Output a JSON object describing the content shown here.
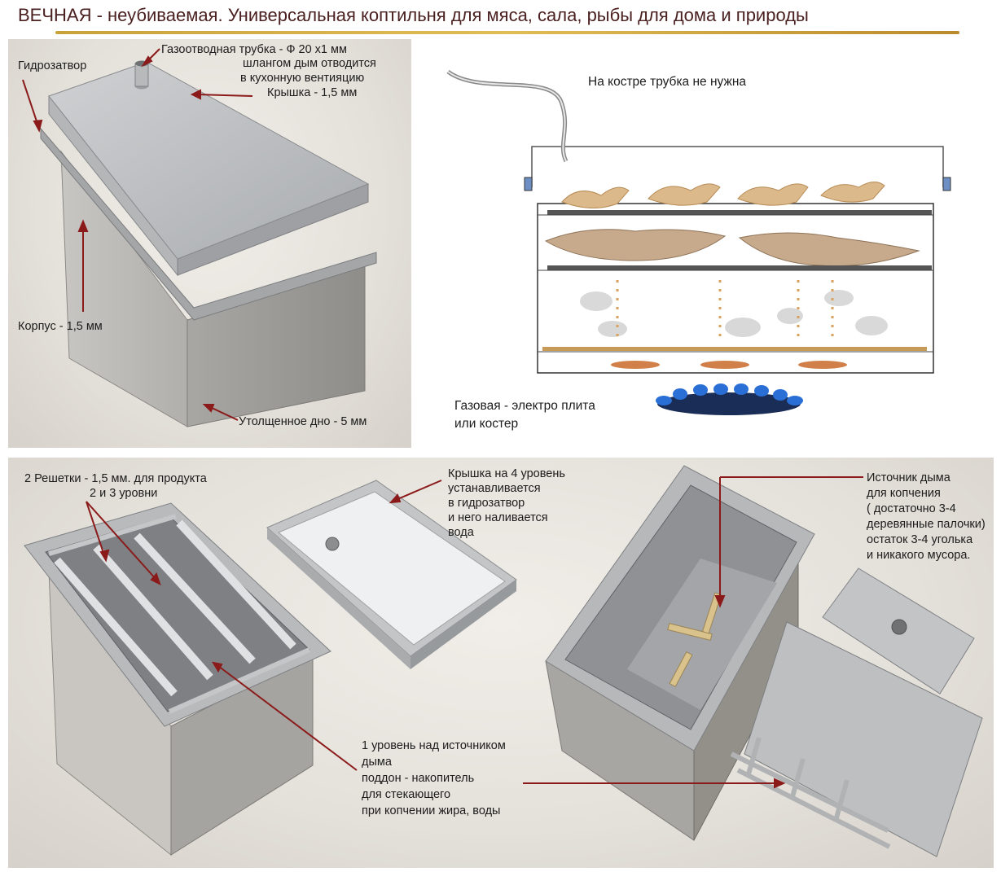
{
  "title": "ВЕЧНАЯ - неубиваемая. Универсальная коптильня  для мяса, сала, рыбы  для дома и природы",
  "panel_top_left": {
    "labels": {
      "gas_tube": "Газоотводная трубка - Ф 20 х1 мм",
      "hose": "шлангом дым отводится",
      "kitchen": "в кухонную вентияцию",
      "lid": "Крышка - 1,5 мм",
      "water_seal": "Гидрозатвор",
      "body": "Корпус - 1,5 мм",
      "bottom": "Утолщенное дно - 5 мм"
    }
  },
  "panel_diagram": {
    "labels": {
      "no_tube": "На костре трубка не нужна",
      "stove": "Газовая - электро плита",
      "fire": "или костер"
    }
  },
  "panel_bottom_left": {
    "labels": {
      "grates": "2 Решетки  - 1,5 мм. для продукта",
      "levels": "2 и 3 уровни",
      "lid4_1": "Крышка на 4 уровень",
      "lid4_2": "устанавливается",
      "lid4_3": "в гидрозатвор",
      "lid4_4": "и него наливается",
      "lid4_5": "вода",
      "lvl1_1": "1 уровень над источником",
      "lvl1_2": "дыма",
      "lvl1_3": "поддон - накопитель",
      "lvl1_4": "для стекающего",
      "lvl1_5": "при копчении жира, воды"
    }
  },
  "panel_bottom_right": {
    "labels": {
      "src1": "Источник дыма",
      "src2": "для копчения",
      "src3": "( достаточно 3-4",
      "src4": "деревянные палочки)",
      "src5": "остаток 3-4 уголька",
      "src6": "и никакого мусора."
    }
  },
  "colors": {
    "title_text": "#4a2020",
    "title_rule": "#d4ac48",
    "arrow": "#8b1a1a",
    "metal": "#b9bbbd",
    "flame": "#2a6fd6"
  }
}
